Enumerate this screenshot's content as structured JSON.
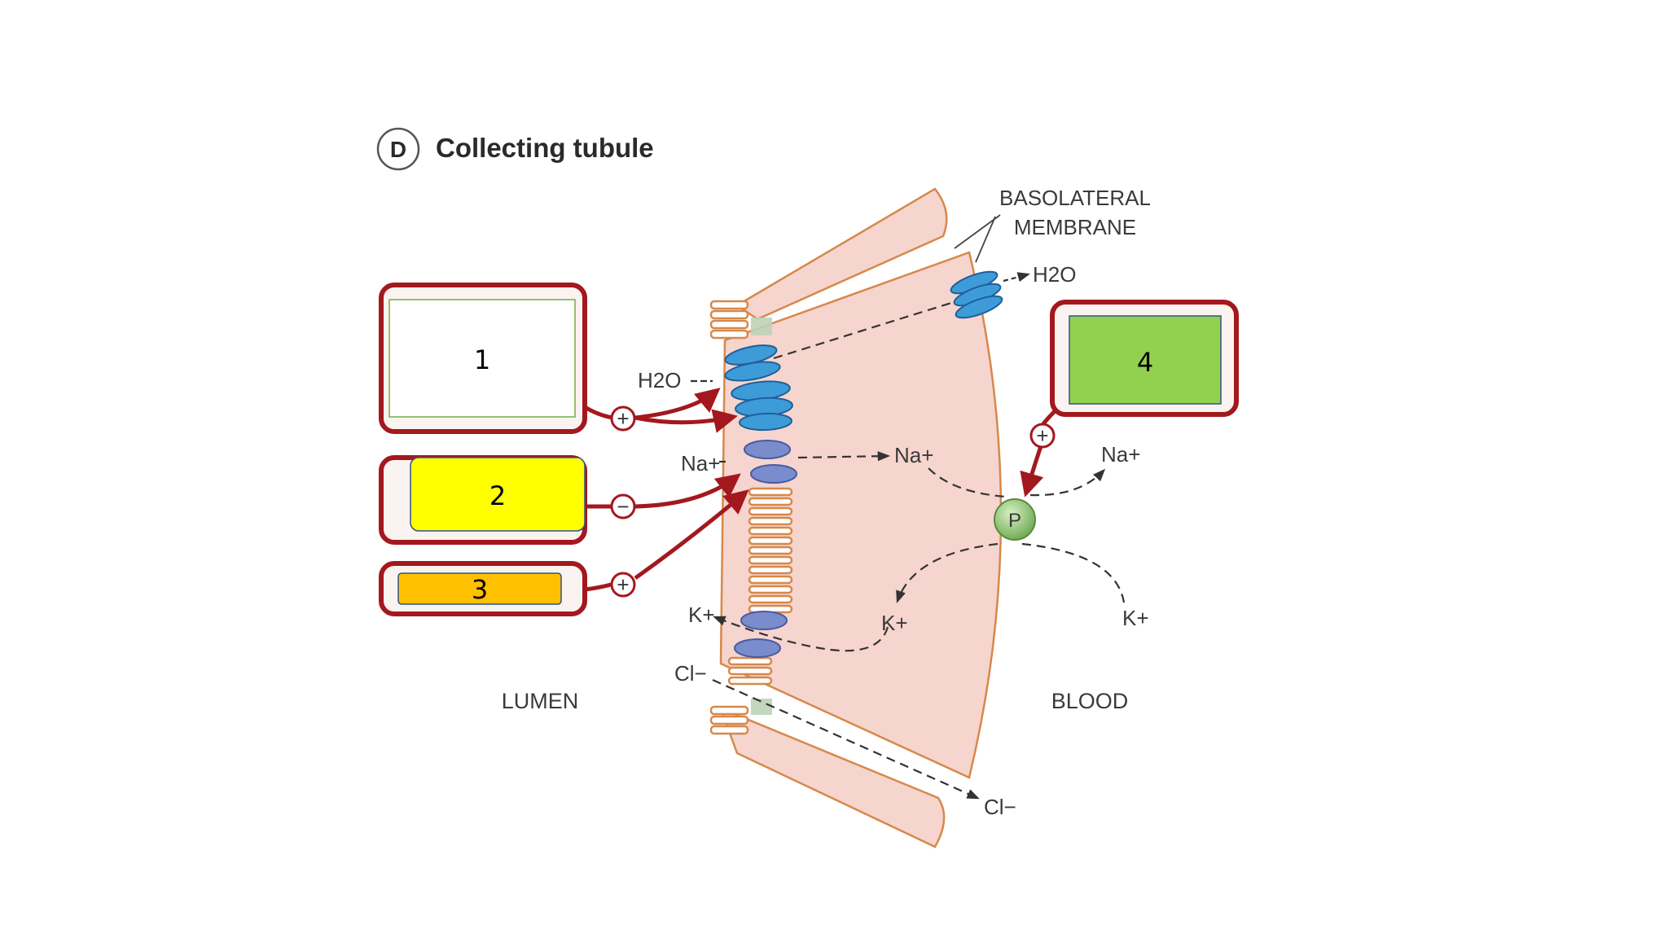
{
  "header": {
    "circle_letter": "D",
    "title": "Collecting tubule"
  },
  "membrane_label": {
    "line1": "BASOLATERAL",
    "line2": "MEMBRANE"
  },
  "boxes": [
    {
      "label": "1",
      "fill": "#ffffff"
    },
    {
      "label": "2",
      "fill": "#ffff00"
    },
    {
      "label": "3",
      "fill": "#ffc000"
    },
    {
      "label": "4",
      "fill": "#92d050"
    }
  ],
  "regulation_signs": {
    "box1": "+",
    "box2": "−",
    "box3": "+",
    "box4": "+"
  },
  "ions": {
    "h2o_apical": "H2O",
    "h2o_basolateral": "H2O",
    "na_lumen": "Na+",
    "na_cell": "Na+",
    "na_blood": "Na+",
    "pump": "P",
    "k_lumen": "K+",
    "k_cell": "K+",
    "k_blood": "K+",
    "cl_lumen": "Cl−",
    "cl_blood": "Cl−"
  },
  "regions": {
    "lumen": "LUMEN",
    "blood": "BLOOD"
  },
  "colors": {
    "cell": "#f5d5ce",
    "box_border": "#a3181e",
    "arrow": "#a3181e",
    "channel_blue": "#3d9bd8",
    "channel_violet": "#7a8ccc",
    "villi": "#d7884a",
    "pump": "#8cc46a"
  }
}
